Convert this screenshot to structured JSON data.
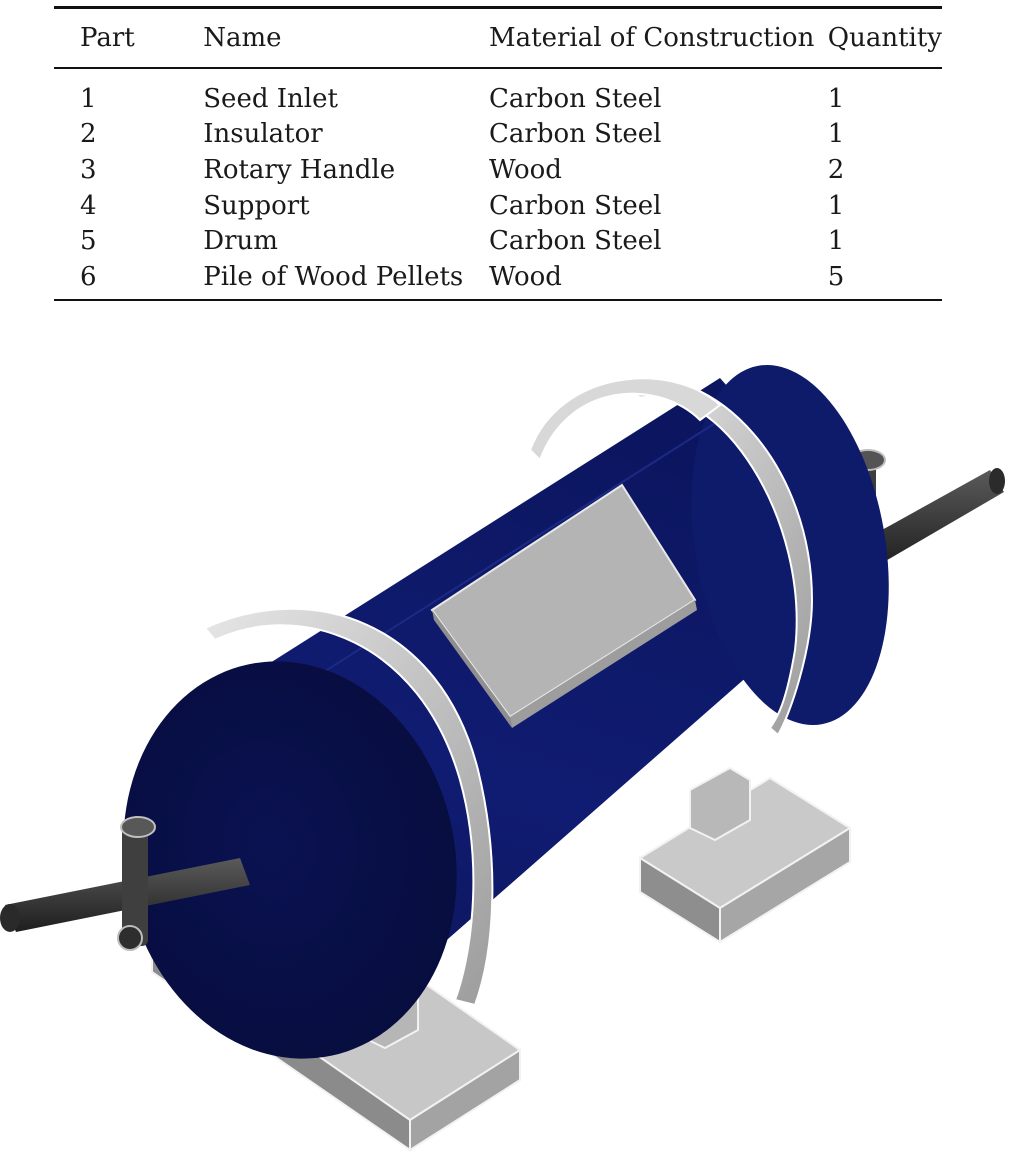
{
  "table": {
    "headers": {
      "part": "Part",
      "name": "Name",
      "material": "Material of Construction",
      "quantity": "Quantity"
    },
    "rows": [
      {
        "part": "1",
        "name": "Seed Inlet",
        "material": "Carbon Steel",
        "quantity": "1"
      },
      {
        "part": "2",
        "name": "Insulator",
        "material": "Carbon Steel",
        "quantity": "1"
      },
      {
        "part": "3",
        "name": "Rotary Handle",
        "material": "Wood",
        "quantity": "2"
      },
      {
        "part": "4",
        "name": "Support",
        "material": "Carbon Steel",
        "quantity": "1"
      },
      {
        "part": "5",
        "name": "Drum",
        "material": "Carbon Steel",
        "quantity": "1"
      },
      {
        "part": "6",
        "name": "Pile of Wood Pellets",
        "material": "Wood",
        "quantity": "5"
      }
    ]
  },
  "figure": {
    "colors": {
      "drum": "#0f1a6b",
      "drum_dark": "#0a1250",
      "ring": "#cfcfcf",
      "plate": "#b3b3b3",
      "support": "#a9a9a9",
      "shaft": "#3a3a3a"
    }
  }
}
